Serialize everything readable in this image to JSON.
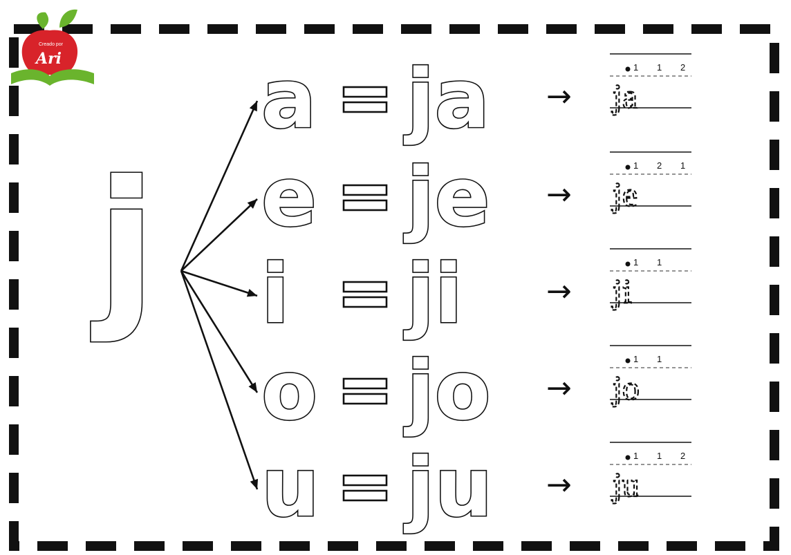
{
  "logo": {
    "small_text": "Creado por",
    "name": "Ari",
    "apple_color": "#d8232a",
    "leaf_color": "#6ab42d"
  },
  "main_letter": "j",
  "rows": [
    {
      "vowel": "a",
      "equals": "=",
      "syllable": "ja",
      "arrow": "→",
      "trace": "ja",
      "strokes": [
        "1",
        "1",
        "2"
      ]
    },
    {
      "vowel": "e",
      "equals": "=",
      "syllable": "je",
      "arrow": "→",
      "trace": "je",
      "strokes": [
        "1",
        "2",
        "1"
      ]
    },
    {
      "vowel": "i",
      "equals": "=",
      "syllable": "ji",
      "arrow": "→",
      "trace": "ji",
      "strokes": [
        "1",
        "1"
      ]
    },
    {
      "vowel": "o",
      "equals": "=",
      "syllable": "jo",
      "arrow": "→",
      "trace": "jo",
      "strokes": [
        "1",
        "1"
      ]
    },
    {
      "vowel": "u",
      "equals": "=",
      "syllable": "ju",
      "arrow": "→",
      "trace": "ju",
      "strokes": [
        "1",
        "1",
        "2"
      ]
    }
  ],
  "colors": {
    "ink": "#111111",
    "paper": "#ffffff"
  }
}
